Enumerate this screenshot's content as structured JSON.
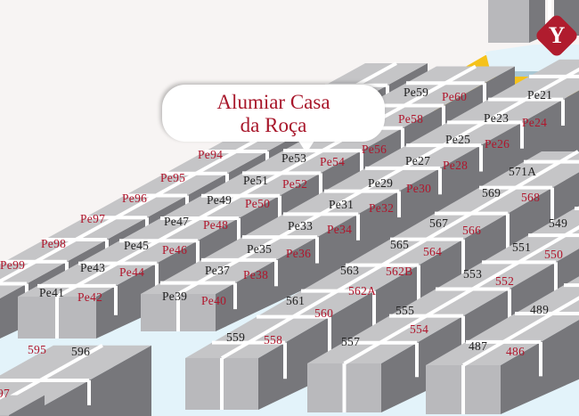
{
  "title": {
    "line1": "Alumiar Casa",
    "line2": "da Roça"
  },
  "logo": {
    "letter": "Y",
    "color": "#b01c2e"
  },
  "colors": {
    "accent": "#b0162c",
    "floor": "#e3f3fa",
    "yellow_zone": "#f5c21a",
    "background": "#f7f4f3"
  },
  "stalls": {
    "row_a": [
      "Pe99",
      "Pe98",
      "Pe97",
      "Pe96",
      "Pe95",
      "Pe94"
    ],
    "row_b": [
      "Pe41",
      "Pe42",
      "Pe43",
      "Pe44",
      "Pe45",
      "Pe46",
      "Pe47",
      "Pe48",
      "Pe49",
      "Pe50",
      "Pe51",
      "Pe52",
      "Pe53",
      "Pe54",
      "Pe56",
      "Pe58",
      "Pe59",
      "Pe60"
    ],
    "row_c": [
      "Pe39",
      "Pe40",
      "Pe37",
      "Pe38",
      "Pe35",
      "Pe36",
      "Pe33",
      "Pe34",
      "Pe31",
      "Pe32",
      "Pe29",
      "Pe30",
      "Pe27",
      "Pe28",
      "Pe25",
      "Pe26",
      "Pe23",
      "Pe24",
      "Pe21"
    ],
    "row_d": [
      "559",
      "558",
      "561",
      "560",
      "563",
      "562A",
      "562B",
      "565",
      "564",
      "567",
      "566",
      "569",
      "568",
      "571A"
    ],
    "row_e": [
      "557",
      "554",
      "555",
      "553",
      "552",
      "551",
      "550",
      "549"
    ],
    "row_f": [
      "487",
      "486",
      "489"
    ],
    "row_g": [
      "595",
      "596",
      "97"
    ]
  }
}
